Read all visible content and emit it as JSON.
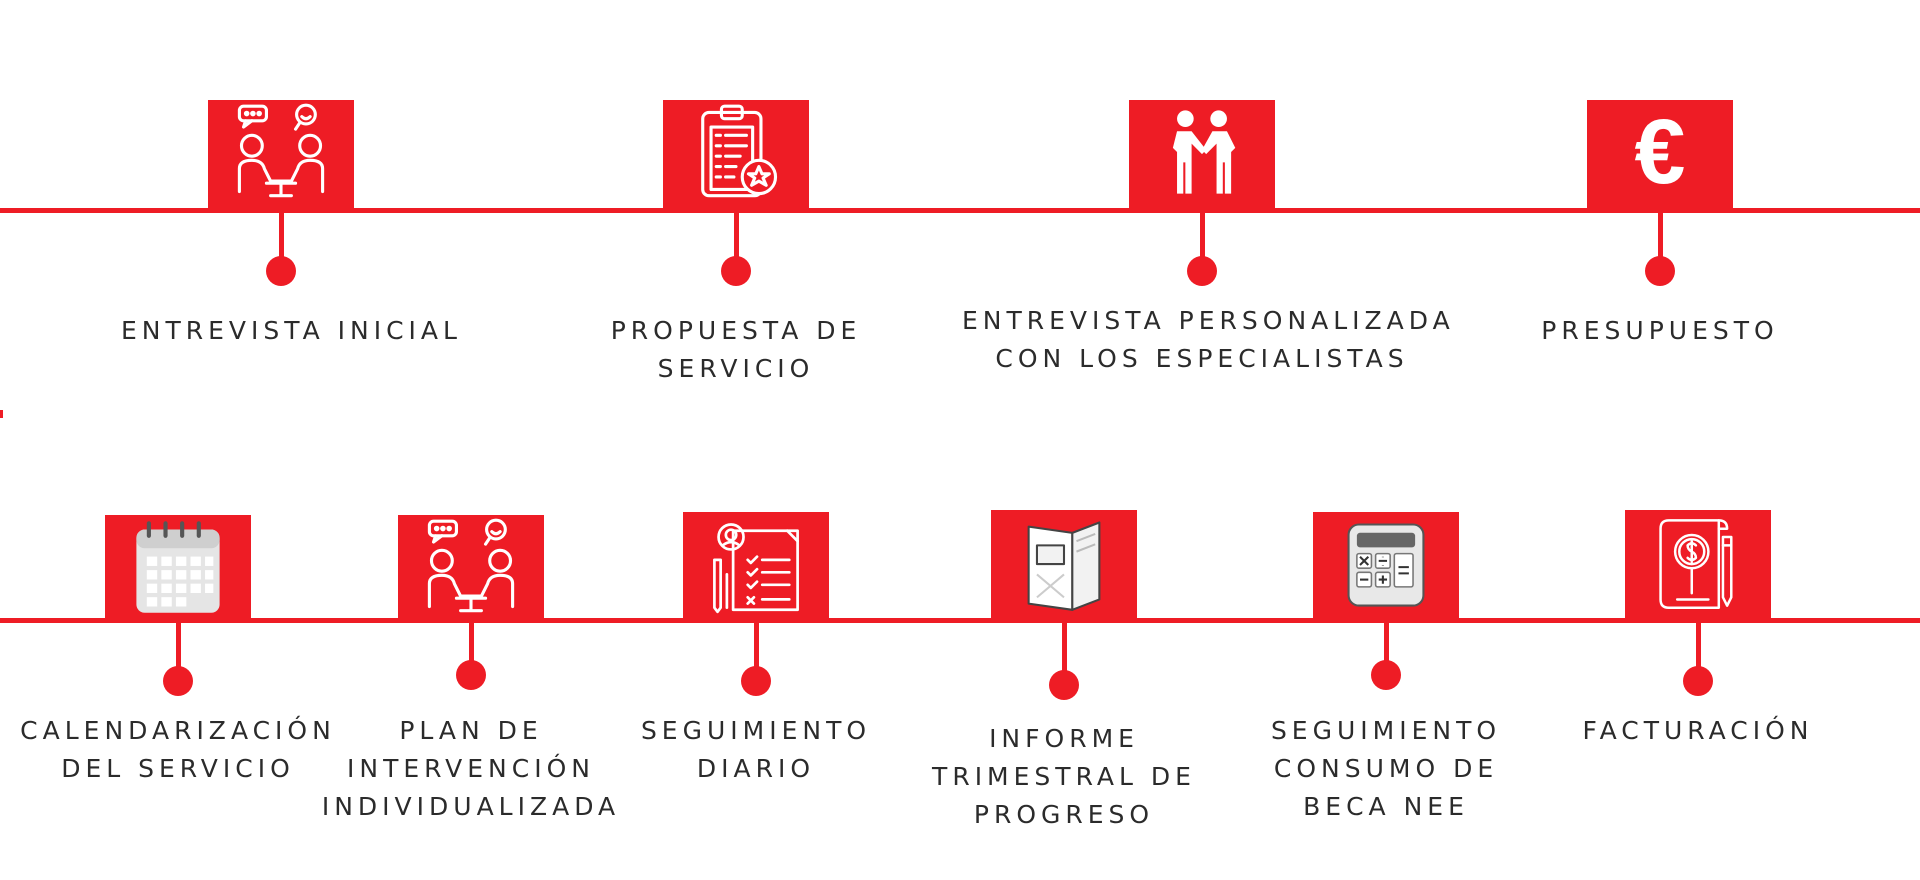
{
  "colors": {
    "accent": "#ee1c25",
    "text": "#2b2b2b",
    "background": "#ffffff"
  },
  "rows": [
    {
      "steps": [
        {
          "icon": "interview-meeting-icon",
          "label_lines": [
            "ENTREVISTA INICIAL"
          ]
        },
        {
          "icon": "clipboard-star-icon",
          "label_lines": [
            "PROPUESTA DE",
            "SERVICIO"
          ]
        },
        {
          "icon": "handshake-people-icon",
          "label_lines": [
            "ENTREVISTA PERSONALIZADA",
            "CON LOS ESPECIALISTAS"
          ]
        },
        {
          "icon": "euro-icon",
          "label_lines": [
            "PRESUPUESTO"
          ]
        }
      ]
    },
    {
      "steps": [
        {
          "icon": "calendar-icon",
          "label_lines": [
            "CALENDARIZACIÓN",
            "DEL SERVICIO"
          ]
        },
        {
          "icon": "interview-meeting-icon",
          "label_lines": [
            "PLAN DE",
            "INTERVENCIÓN",
            "INDIVIDUALIZADA"
          ]
        },
        {
          "icon": "checklist-person-icon",
          "label_lines": [
            "SEGUIMIENTO",
            "DIARIO"
          ]
        },
        {
          "icon": "folder-report-icon",
          "label_lines": [
            "INFORME",
            "TRIMESTRAL DE",
            "PROGRESO"
          ]
        },
        {
          "icon": "calculator-icon",
          "label_lines": [
            "SEGUIMIENTO",
            "CONSUMO DE",
            "BECA NEE"
          ]
        },
        {
          "icon": "invoice-search-icon",
          "label_lines": [
            "FACTURACIÓN"
          ]
        }
      ]
    }
  ]
}
